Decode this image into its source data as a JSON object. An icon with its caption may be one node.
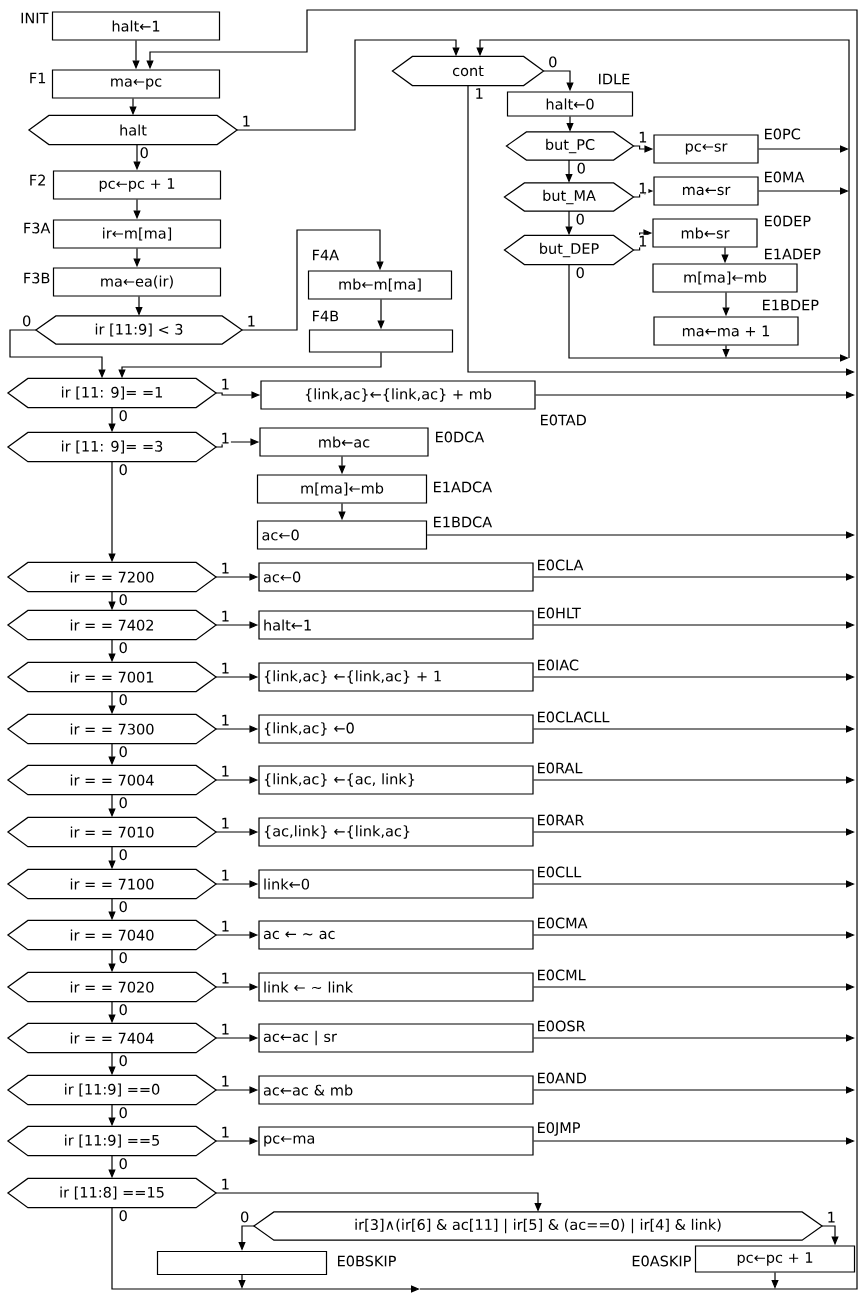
{
  "diagram": {
    "nodes": [
      {
        "text": [
          "halt←1"
        ],
        "beside": [
          "INIT"
        ]
      },
      {
        "text": [
          "ma←pc"
        ],
        "beside": [
          "F1"
        ]
      },
      {
        "text": [
          "halt"
        ]
      },
      {
        "text": [
          "pc←pc + 1"
        ],
        "beside": [
          "F2"
        ]
      },
      {
        "text": [
          "ir←m[ma]"
        ],
        "beside": [
          "F3A"
        ]
      },
      {
        "text": [
          "ma←ea(ir)"
        ],
        "beside": [
          "F3B"
        ]
      },
      {
        "text": [
          "ir [11:9] < 3"
        ]
      },
      {
        "text": [
          "mb←m[ma]"
        ],
        "beside": [
          "F4A"
        ]
      },
      {
        "text": [],
        "shape": "box",
        "beside": [
          "F4B"
        ]
      },
      {
        "text": [
          "cont"
        ]
      },
      {
        "text": [
          "halt←0"
        ],
        "beside": [
          "IDLE"
        ]
      },
      {
        "text": [
          "but_PC"
        ]
      },
      {
        "text": [
          "pc←sr"
        ],
        "beside": [
          "E0PC"
        ]
      },
      {
        "text": [
          "but_MA"
        ]
      },
      {
        "text": [
          "ma←sr"
        ],
        "beside": [
          "E0MA"
        ]
      },
      {
        "text": [
          "but_DEP"
        ]
      },
      {
        "text": [
          "mb←sr"
        ],
        "beside": [
          "E0DEP"
        ]
      },
      {
        "text": [
          "m[ma]←mb"
        ],
        "beside": [
          "E1ADEP"
        ]
      },
      {
        "text": [
          "ma←ma + 1"
        ],
        "beside": [
          "E1BDEP"
        ]
      },
      {
        "text": [
          "ir [11: 9]= =1"
        ]
      },
      {
        "text": [
          "{link,ac}←{link,ac} + mb"
        ],
        "beside": [
          "E0TAD"
        ]
      },
      {
        "text": [
          "ir [11: 9]= =3"
        ]
      },
      {
        "text": [
          "mb←ac"
        ],
        "beside": [
          "E0DCA"
        ]
      },
      {
        "text": [
          "m[ma]←mb"
        ],
        "beside": [
          "E1ADCA"
        ]
      },
      {
        "text": [
          "ac←0"
        ],
        "beside": [
          "E1BDCA"
        ]
      },
      {
        "text": [
          "ir = = 7200"
        ]
      },
      {
        "text": [
          "ac←0"
        ],
        "beside": [
          "E0CLA"
        ]
      },
      {
        "text": [
          "ir = = 7402"
        ]
      },
      {
        "text": [
          "halt←1"
        ],
        "beside": [
          "E0HLT"
        ]
      },
      {
        "text": [
          "ir = = 7001"
        ]
      },
      {
        "text": [
          "{link,ac} ←{link,ac} + 1"
        ],
        "beside": [
          "E0IAC"
        ]
      },
      {
        "text": [
          "ir = = 7300"
        ]
      },
      {
        "text": [
          "{link,ac} ←0"
        ],
        "beside": [
          "E0CLACLL"
        ]
      },
      {
        "text": [
          "ir = = 7004"
        ]
      },
      {
        "text": [
          "{link,ac} ←{ac, link}"
        ],
        "beside": [
          "E0RAL"
        ]
      },
      {
        "text": [
          "ir = = 7010"
        ]
      },
      {
        "text": [
          "{ac,link} ←{link,ac}"
        ],
        "beside": [
          "E0RAR"
        ]
      },
      {
        "text": [
          "ir = = 7100"
        ]
      },
      {
        "text": [
          "link←0"
        ],
        "beside": [
          "E0CLL"
        ]
      },
      {
        "text": [
          "ir = = 7040"
        ]
      },
      {
        "text": [
          "ac ← ~ ac"
        ],
        "beside": [
          "E0CMA"
        ]
      },
      {
        "text": [
          "ir = = 7020"
        ]
      },
      {
        "text": [
          "link ← ~ link"
        ],
        "beside": [
          "E0CML"
        ]
      },
      {
        "text": [
          "ir = = 7404"
        ]
      },
      {
        "text": [
          "ac←ac | sr"
        ],
        "beside": [
          "E0OSR"
        ]
      },
      {
        "text": [
          "ir [11:9] ==0"
        ]
      },
      {
        "text": [
          "ac←ac & mb"
        ],
        "beside": [
          "E0AND"
        ]
      },
      {
        "text": [
          "ir [11:9] ==5"
        ]
      },
      {
        "text": [
          "pc←ma"
        ],
        "beside": [
          "E0JMP"
        ]
      },
      {
        "text": [
          "ir [11:8] ==15"
        ]
      },
      {
        "text": [
          "ir[3]∧(ir[6] & ac[11] | ir[5] & (ac==0) | ir[4] & link)"
        ]
      },
      {
        "text": [],
        "shape": "box",
        "beside": [
          "E0BSKIP"
        ]
      },
      {
        "text": [
          "pc←pc + 1"
        ],
        "beside": [
          "E0ASKIP"
        ]
      }
    ],
    "edges": [
      {
        "from": 0,
        "to": 1,
        "arrow": "to"
      },
      {
        "from": 1,
        "to": 2,
        "arrow": "to"
      },
      {
        "from": 2,
        "to": 3,
        "arrow": "to",
        "label": "0"
      },
      {
        "from": 2,
        "to": 9,
        "arrow": "to",
        "label": "1"
      },
      {
        "from": 3,
        "to": 4,
        "arrow": "to"
      },
      {
        "from": 4,
        "to": 5,
        "arrow": "to"
      },
      {
        "from": 5,
        "to": 6,
        "arrow": "to"
      },
      {
        "from": 6,
        "to": 7,
        "arrow": "to",
        "label": "1"
      },
      {
        "from": 6,
        "to": 19,
        "arrow": "to",
        "label": "0"
      },
      {
        "from": 7,
        "to": 8,
        "arrow": "to"
      },
      {
        "from": 8,
        "to": 19,
        "arrow": "to"
      },
      {
        "from": 9,
        "to": 10,
        "arrow": "to",
        "label": "0"
      },
      {
        "from": 9,
        "to": null,
        "arrow": "to",
        "label": "1"
      },
      {
        "from": 10,
        "to": 11,
        "arrow": "to"
      },
      {
        "from": 11,
        "to": 12,
        "arrow": "to",
        "label": "1"
      },
      {
        "from": 11,
        "to": 13,
        "arrow": "to",
        "label": "0"
      },
      {
        "from": 12,
        "to": null,
        "arrow": "to"
      },
      {
        "from": 13,
        "to": 14,
        "arrow": "to",
        "label": "1"
      },
      {
        "from": 13,
        "to": 15,
        "arrow": "to",
        "label": "0"
      },
      {
        "from": 14,
        "to": null,
        "arrow": "to"
      },
      {
        "from": 15,
        "to": 16,
        "arrow": "to",
        "label": "1"
      },
      {
        "from": 15,
        "to": null,
        "arrow": "to",
        "label": "0"
      },
      {
        "from": 16,
        "to": 17,
        "arrow": "to"
      },
      {
        "from": 17,
        "to": 18,
        "arrow": "to"
      },
      {
        "from": 18,
        "to": null,
        "arrow": "to"
      },
      {
        "from": null,
        "to": 9,
        "arrow": "to"
      },
      {
        "from": 19,
        "to": 20,
        "arrow": "to",
        "label": "1"
      },
      {
        "from": 19,
        "to": 21,
        "arrow": "to",
        "label": "0"
      },
      {
        "from": 20,
        "to": null,
        "arrow": "to"
      },
      {
        "from": 21,
        "to": 22,
        "arrow": "to",
        "label": "1"
      },
      {
        "from": 21,
        "to": 25,
        "arrow": "to",
        "label": "0"
      },
      {
        "from": 22,
        "to": 23,
        "arrow": "to"
      },
      {
        "from": 23,
        "to": 24,
        "arrow": "to"
      },
      {
        "from": 24,
        "to": null,
        "arrow": "to"
      },
      {
        "from": 25,
        "to": 26,
        "arrow": "to",
        "label": "1"
      },
      {
        "from": 25,
        "to": 27,
        "arrow": "to",
        "label": "0"
      },
      {
        "from": 26,
        "to": null,
        "arrow": "to"
      },
      {
        "from": 27,
        "to": 28,
        "arrow": "to",
        "label": "1"
      },
      {
        "from": 27,
        "to": 29,
        "arrow": "to",
        "label": "0"
      },
      {
        "from": 28,
        "to": null,
        "arrow": "to"
      },
      {
        "from": 29,
        "to": 30,
        "arrow": "to",
        "label": "1"
      },
      {
        "from": 29,
        "to": 31,
        "arrow": "to",
        "label": "0"
      },
      {
        "from": 30,
        "to": null,
        "arrow": "to"
      },
      {
        "from": 31,
        "to": 32,
        "arrow": "to",
        "label": "1"
      },
      {
        "from": 31,
        "to": 33,
        "arrow": "to",
        "label": "0"
      },
      {
        "from": 32,
        "to": null,
        "arrow": "to"
      },
      {
        "from": 33,
        "to": 34,
        "arrow": "to",
        "label": "1"
      },
      {
        "from": 33,
        "to": 35,
        "arrow": "to",
        "label": "0"
      },
      {
        "from": 34,
        "to": null,
        "arrow": "to"
      },
      {
        "from": 35,
        "to": 36,
        "arrow": "to",
        "label": "1"
      },
      {
        "from": 35,
        "to": 37,
        "arrow": "to",
        "label": "0"
      },
      {
        "from": 36,
        "to": null,
        "arrow": "to"
      },
      {
        "from": 37,
        "to": 38,
        "arrow": "to",
        "label": "1"
      },
      {
        "from": 37,
        "to": 39,
        "arrow": "to",
        "label": "0"
      },
      {
        "from": 38,
        "to": null,
        "arrow": "to"
      },
      {
        "from": 39,
        "to": 40,
        "arrow": "to",
        "label": "1"
      },
      {
        "from": 39,
        "to": 41,
        "arrow": "to",
        "label": "0"
      },
      {
        "from": 40,
        "to": null,
        "arrow": "to"
      },
      {
        "from": 41,
        "to": 42,
        "arrow": "to",
        "label": "1"
      },
      {
        "from": 41,
        "to": 43,
        "arrow": "to",
        "label": "0"
      },
      {
        "from": 42,
        "to": null,
        "arrow": "to"
      },
      {
        "from": 43,
        "to": 44,
        "arrow": "to",
        "label": "1"
      },
      {
        "from": 43,
        "to": 45,
        "arrow": "to",
        "label": "0"
      },
      {
        "from": 44,
        "to": null,
        "arrow": "to"
      },
      {
        "from": 45,
        "to": 46,
        "arrow": "to",
        "label": "1"
      },
      {
        "from": 45,
        "to": 47,
        "arrow": "to",
        "label": "0"
      },
      {
        "from": 46,
        "to": null,
        "arrow": "to"
      },
      {
        "from": 47,
        "to": 48,
        "arrow": "to",
        "label": "1"
      },
      {
        "from": 47,
        "to": 49,
        "arrow": "to",
        "label": "0"
      },
      {
        "from": 48,
        "to": null,
        "arrow": "to"
      },
      {
        "from": 49,
        "to": 50,
        "arrow": "to",
        "label": "1"
      },
      {
        "from": 49,
        "to": null,
        "arrow": "to",
        "label": "0"
      },
      {
        "from": 50,
        "to": 51,
        "arrow": "to",
        "label": "0"
      },
      {
        "from": 50,
        "to": 52,
        "arrow": "to",
        "label": "1"
      },
      {
        "from": 51,
        "to": null,
        "arrow": "to"
      },
      {
        "from": 52,
        "to": null,
        "arrow": "to"
      },
      {
        "from": null,
        "to": 1,
        "arrow": "to"
      }
    ]
  }
}
